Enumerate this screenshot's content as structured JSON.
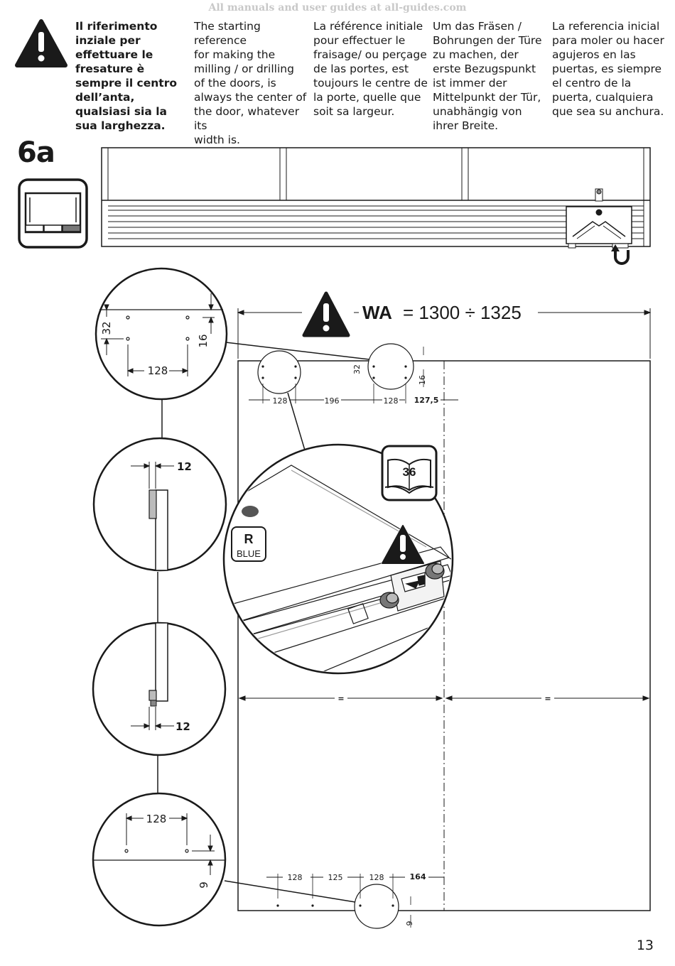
{
  "watermark": "All manuals and user guides at all-guides.com",
  "instructions": {
    "it": "Il riferimento\ninziale per\neffettuare le\nfresature è\nsempre il centro\ndell’anta,\nqualsiasi sia la\nsua larghezza.",
    "en": "The starting reference\nfor making the\nmilling / or drilling\nof the doors, is\nalways the center of\nthe door, whatever its\nwidth is.",
    "fr": "La référence initiale\npour effectuer le\nfraisage/ ou perçage\nde las portes, est\ntoujours le centre de\nla porte, quelle que\nsoit sa largeur.",
    "de": "Um das Fräsen /\nBohrungen der Türe\nzu machen,  der\nerste Bezugspunkt\nist immer der\nMittelpunkt der Tür,\nunabhängig von\nihrer Breite.",
    "es": "La referencia inicial\npara moler ou hacer\nagujeros en  las\npuertas,  es siempre\nel centro de la\npuerta, cualquiera\nque sea su anchura."
  },
  "step_label": "6a",
  "wa": {
    "label": "WA",
    "range": "= 1300 ÷ 1325"
  },
  "dims": {
    "d32": "32",
    "d16": "16",
    "d128": "128",
    "d196": "196",
    "d127_5": "127,5",
    "d12": "12",
    "d9": "9",
    "d125": "125",
    "d164": "164",
    "equal": "="
  },
  "book_ref": "36",
  "badge": {
    "letter": "R",
    "color_name": "BLUE"
  },
  "page_number": "13",
  "icons": [
    "warning-icon",
    "book-icon",
    "rotate-arrow-icon",
    "cabinet-icon"
  ]
}
